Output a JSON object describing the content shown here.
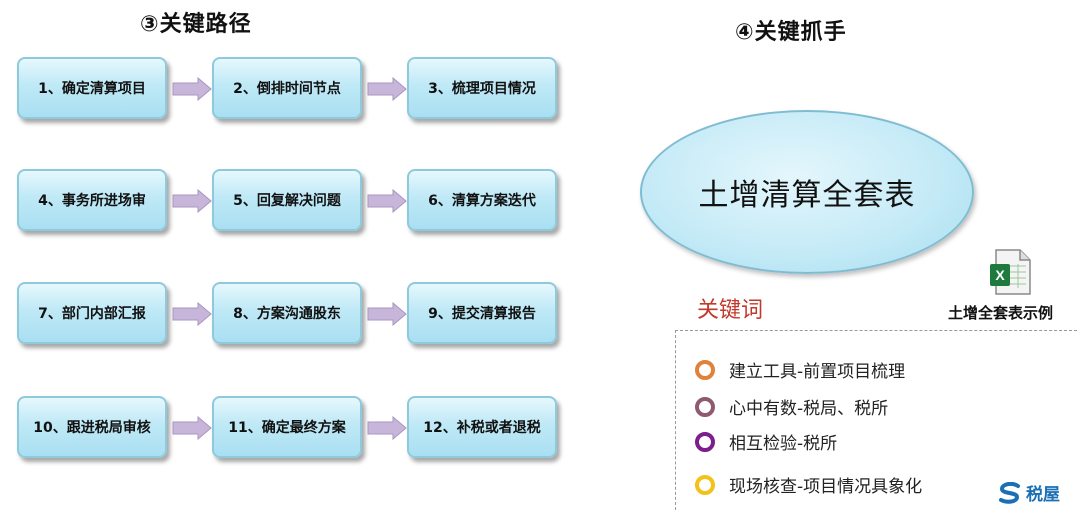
{
  "sections": {
    "path_title": "③关键路径",
    "grip_title": "④关键抓手"
  },
  "steps": [
    "1、确定清算项目",
    "2、倒排时间节点",
    "3、梳理项目情况",
    "4、事务所进场审",
    "5、回复解决问题",
    "6、清算方案迭代",
    "7、部门内部汇报",
    "8、方案沟通股东",
    "9、提交清算报告",
    "10、跟进税局审核",
    "11、确定最终方案",
    "12、补税或者退税"
  ],
  "center": {
    "label": "土增清算全套表"
  },
  "file": {
    "label": "土增全套表示例",
    "icon": "excel-file-icon"
  },
  "keywords": {
    "title": "关键词",
    "items": [
      {
        "text": "建立工具-前置项目梳理",
        "color": "#e0823a"
      },
      {
        "text": "心中有数-税局、税所",
        "color": "#8e5a70"
      },
      {
        "text": "相互检验-税所",
        "color": "#7a1f8c"
      },
      {
        "text": "现场核查-项目情况具象化",
        "color": "#f2c21b"
      }
    ]
  },
  "brand": {
    "name": "税屋",
    "icon": "shuiwu-logo-icon"
  },
  "colors": {
    "step_fill": "#bfe9f6",
    "arrow_fill": "#c7b6d9",
    "keyword_title": "#c0392b"
  }
}
